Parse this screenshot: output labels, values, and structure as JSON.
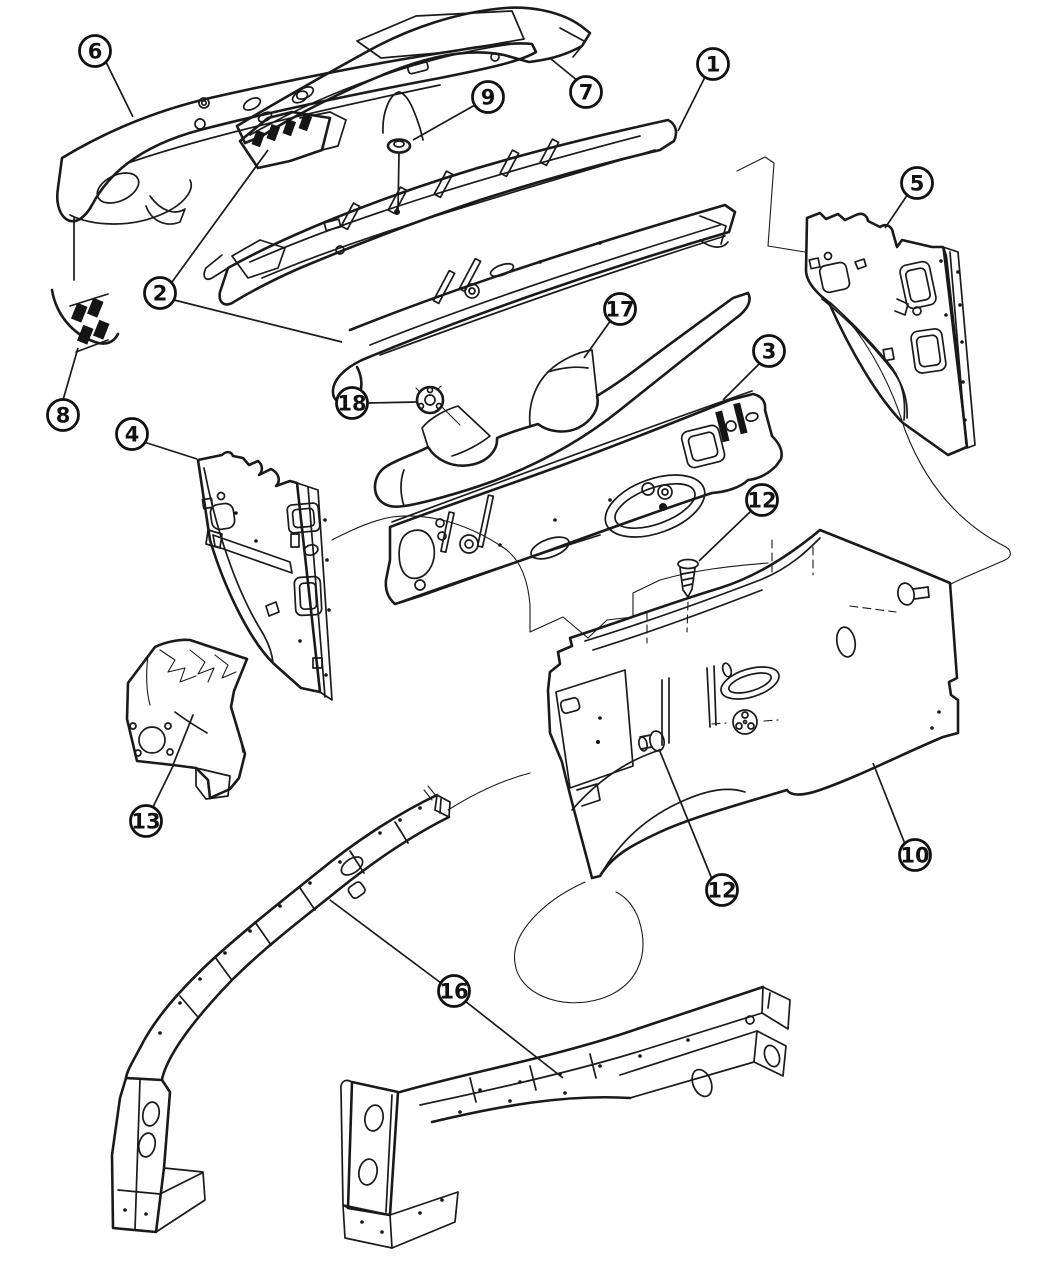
{
  "diagram": {
    "type": "exploded-parts-diagram",
    "background_color": "#ffffff",
    "line_color": "#1a1a1a",
    "balloon_fill": "#ffffff",
    "callouts": [
      {
        "label": "1"
      },
      {
        "label": "2"
      },
      {
        "label": "3"
      },
      {
        "label": "4"
      },
      {
        "label": "5"
      },
      {
        "label": "6"
      },
      {
        "label": "7"
      },
      {
        "label": "8"
      },
      {
        "label": "9"
      },
      {
        "label": "10"
      },
      {
        "label": "12"
      },
      {
        "label": "12"
      },
      {
        "label": "13"
      },
      {
        "label": "16"
      },
      {
        "label": "17"
      },
      {
        "label": "18"
      }
    ]
  }
}
